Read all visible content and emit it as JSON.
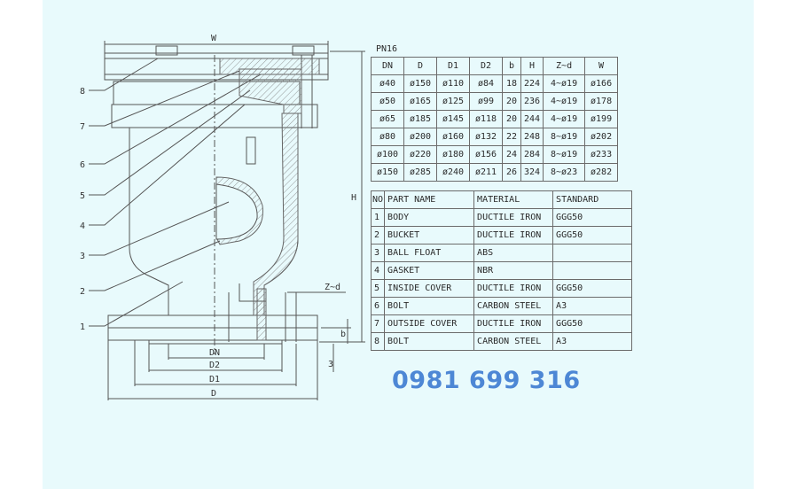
{
  "pn_label": "PN16",
  "dimension_table": {
    "headers": [
      "DN",
      "D",
      "D1",
      "D2",
      "b",
      "H",
      "Z~d",
      "W"
    ],
    "rows": [
      [
        "ø40",
        "ø150",
        "ø110",
        "ø84",
        "18",
        "224",
        "4~ø19",
        "ø166"
      ],
      [
        "ø50",
        "ø165",
        "ø125",
        "ø99",
        "20",
        "236",
        "4~ø19",
        "ø178"
      ],
      [
        "ø65",
        "ø185",
        "ø145",
        "ø118",
        "20",
        "244",
        "4~ø19",
        "ø199"
      ],
      [
        "ø80",
        "ø200",
        "ø160",
        "ø132",
        "22",
        "248",
        "8~ø19",
        "ø202"
      ],
      [
        "ø100",
        "ø220",
        "ø180",
        "ø156",
        "24",
        "284",
        "8~ø19",
        "ø233"
      ],
      [
        "ø150",
        "ø285",
        "ø240",
        "ø211",
        "26",
        "324",
        "8~ø23",
        "ø282"
      ]
    ]
  },
  "parts_table": {
    "headers": [
      "NO",
      "PART NAME",
      "MATERIAL",
      "STANDARD"
    ],
    "rows": [
      [
        "1",
        "BODY",
        "DUCTILE IRON",
        "GGG50"
      ],
      [
        "2",
        "BUCKET",
        "DUCTILE IRON",
        "GGG50"
      ],
      [
        "3",
        "BALL FLOAT",
        "ABS",
        ""
      ],
      [
        "4",
        "GASKET",
        "NBR",
        ""
      ],
      [
        "5",
        "INSIDE COVER",
        "DUCTILE IRON",
        "GGG50"
      ],
      [
        "6",
        "BOLT",
        "CARBON STEEL",
        "A3"
      ],
      [
        "7",
        "OUTSIDE COVER",
        "DUCTILE IRON",
        "GGG50"
      ],
      [
        "8",
        "BOLT",
        "CARBON STEEL",
        "A3"
      ]
    ]
  },
  "drawing_labels": {
    "W": "W",
    "H": "H",
    "Zd": "Z~d",
    "b": "b",
    "three": "3",
    "DN": "DN",
    "D2": "D2",
    "D1": "D1",
    "D": "D"
  },
  "callouts": [
    "8",
    "7",
    "6",
    "5",
    "4",
    "3",
    "2",
    "1"
  ],
  "phone": "0981 699 316",
  "colors": {
    "background": "#e8fafc",
    "line": "#555555",
    "phone": "#4d87d5"
  }
}
